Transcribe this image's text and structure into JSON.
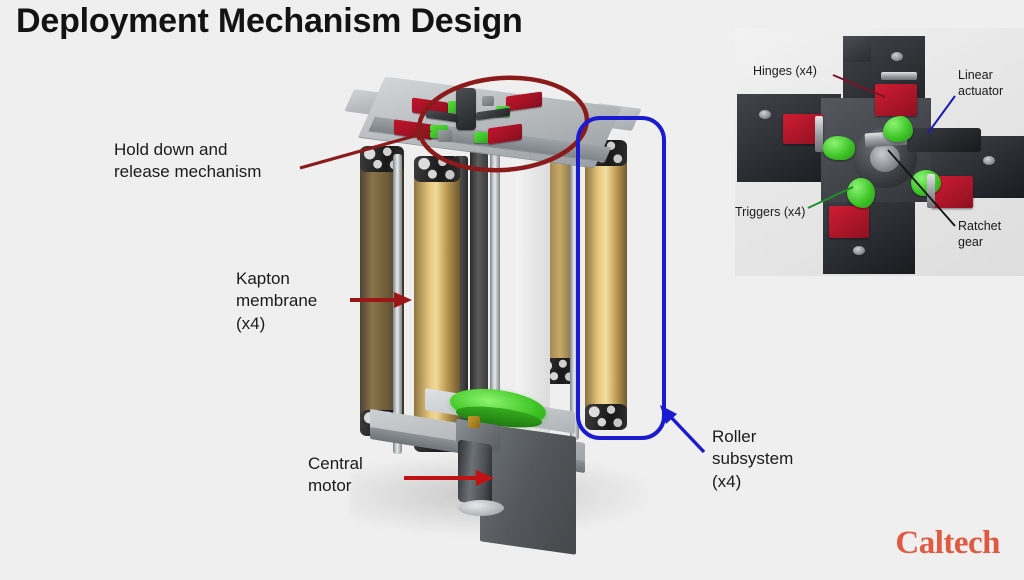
{
  "slide": {
    "title": "Deployment Mechanism Design",
    "background_color": "#efefef",
    "brand": {
      "wordmark": "Caltech",
      "color": "#e05a42"
    }
  },
  "annotations": {
    "hold_down": {
      "label": "Hold down and\nrelease mechanism",
      "marker": "ellipse",
      "color": "#8b1a1a"
    },
    "kapton": {
      "label": "Kapton\nmembrane\n(x4)",
      "marker": "arrow",
      "color": "#9b1616"
    },
    "central_motor": {
      "label": "Central\nmotor",
      "marker": "arrow",
      "color": "#c01212"
    },
    "roller_subsystem": {
      "label": "Roller\nsubsystem\n(x4)",
      "marker": "rounded-rectangle",
      "color": "#1a1ad0"
    }
  },
  "inset": {
    "hinges": {
      "label": "Hinges (x4)",
      "color": "#7e1225"
    },
    "linear_actuator": {
      "label": "Linear\nactuator",
      "color": "#1b1bb4"
    },
    "triggers": {
      "label": "Triggers (x4)",
      "color": "#1f8f2a"
    },
    "ratchet_gear": {
      "label": "Ratchet\ngear",
      "color": "#131313"
    }
  }
}
